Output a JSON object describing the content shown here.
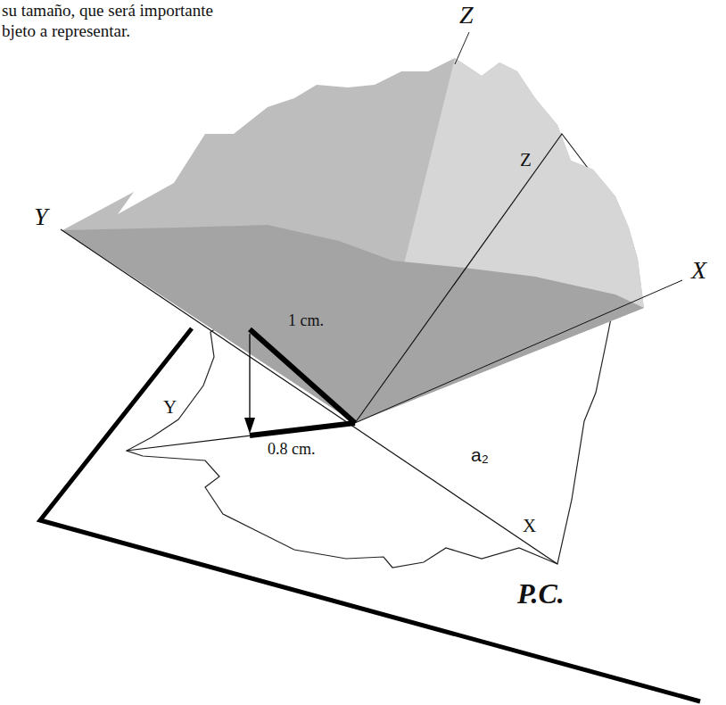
{
  "diagram": {
    "labels": [
      "su tamaño, que será importante",
      "bjeto a representar.",
      "Z",
      "Z",
      "Y",
      "X",
      "1 cm.",
      "Y",
      "0.8 cm.",
      "a₂",
      "X",
      "P.C."
    ]
  }
}
